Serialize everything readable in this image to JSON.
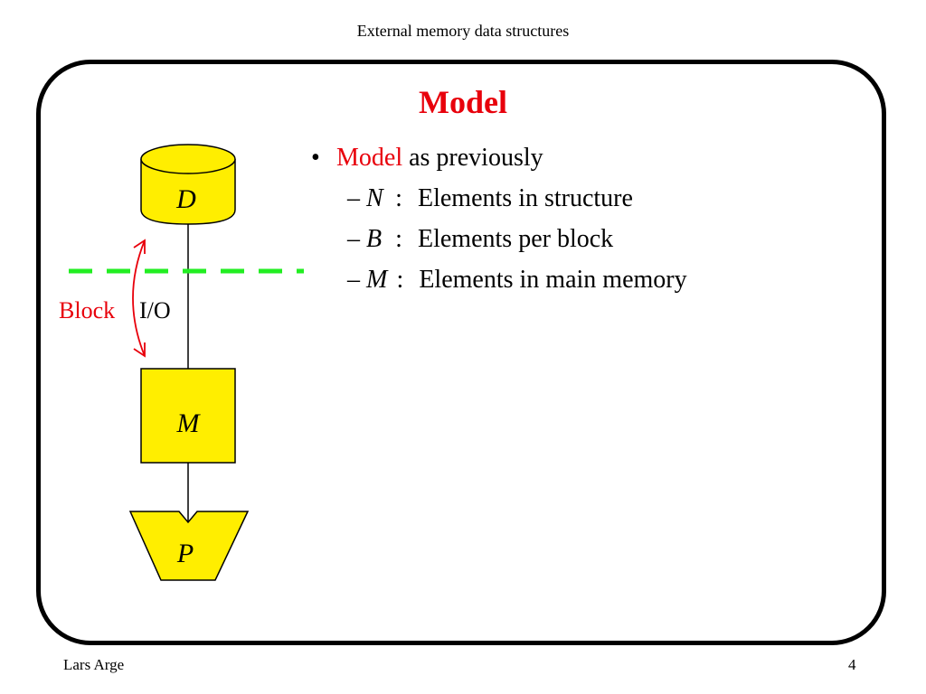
{
  "header": {
    "title": "External memory data structures"
  },
  "slide": {
    "title": "Model"
  },
  "bullets": {
    "main": {
      "accent": "Model",
      "rest": " as previously"
    },
    "items": [
      {
        "dash": "–",
        "symbol": "N",
        "colon": ":",
        "text": "Elements in structure"
      },
      {
        "dash": "–",
        "symbol": "B",
        "colon": ":",
        "text": "Elements per block"
      },
      {
        "dash": "–",
        "symbol": "M",
        "colon": ":",
        "text": "Elements in main memory"
      }
    ]
  },
  "diagram": {
    "disk_label": "D",
    "memory_label": "M",
    "processor_label": "P",
    "io_label_left": "Block",
    "io_label_right": "I/O"
  },
  "colors": {
    "accent": "#e8000b",
    "box_fill": "#ffee00",
    "dashed_line": "#22ee22",
    "arrow": "#e8000b"
  },
  "footer": {
    "author": "Lars Arge",
    "page": "4"
  }
}
